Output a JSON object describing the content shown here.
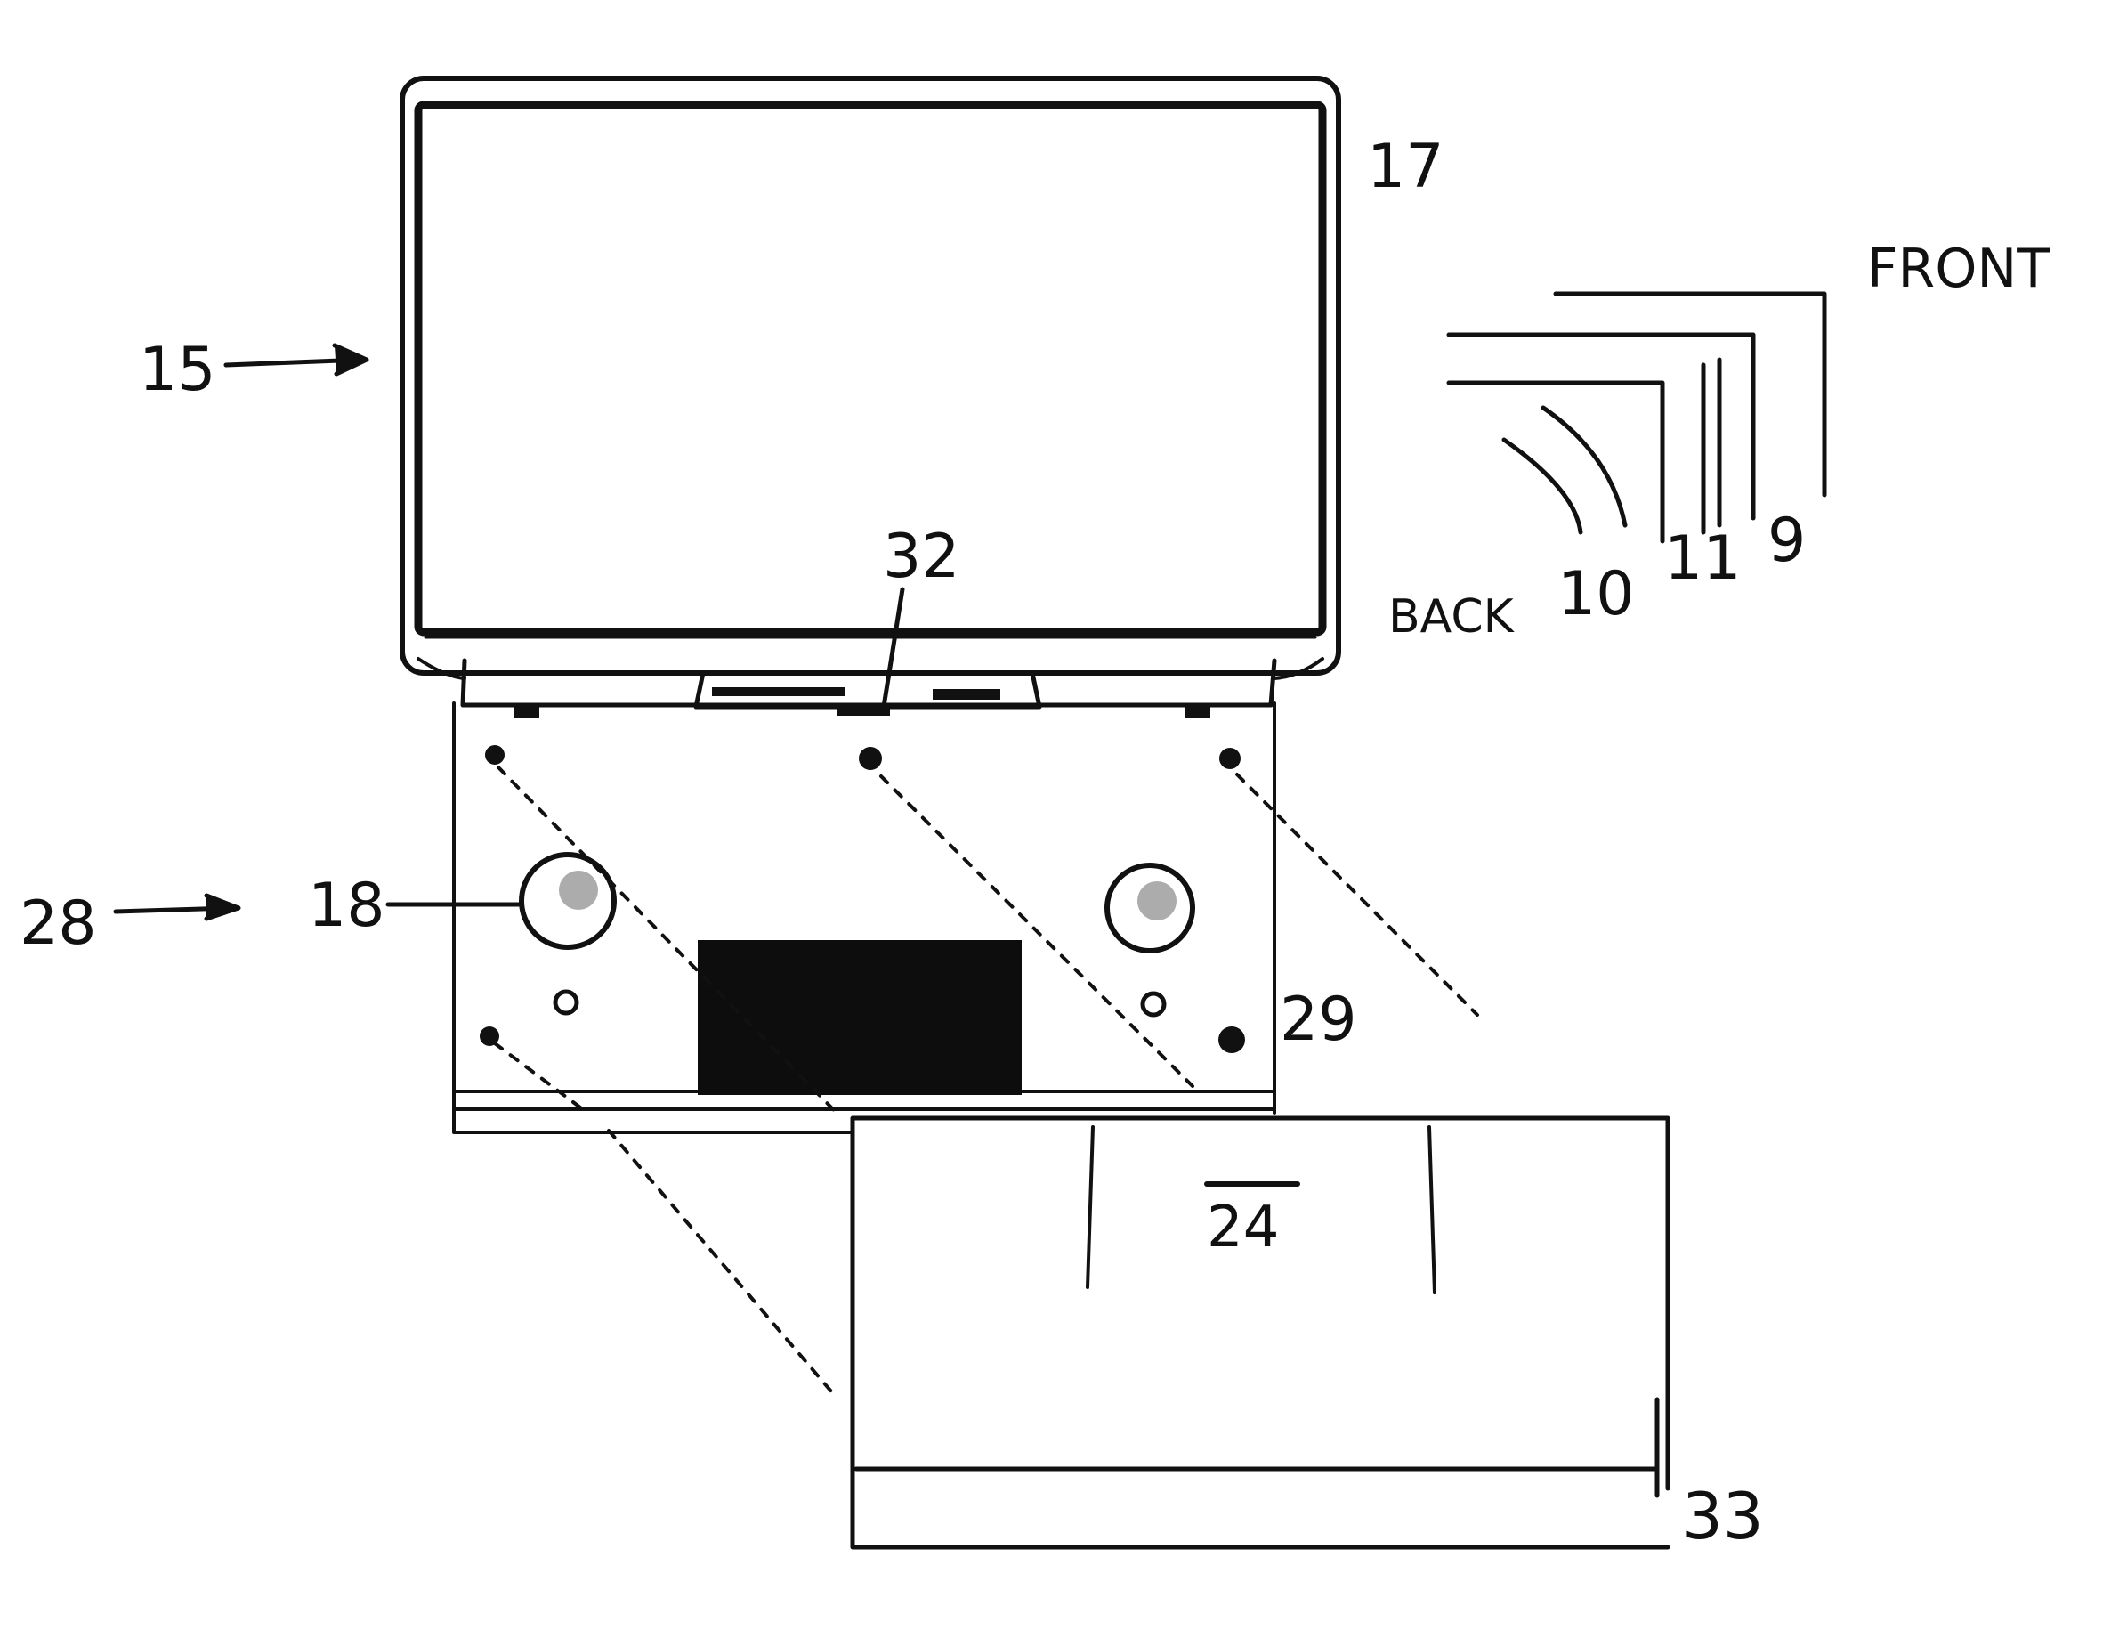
{
  "labels": {
    "monitor": "15",
    "bezel": "17",
    "port": "32",
    "front": "FRONT",
    "back": "BACK",
    "layer_10": "10",
    "layer_11": "11",
    "layer_9": "9",
    "mount": "28",
    "knob": "18",
    "plate_edge": "29",
    "drawer": "24",
    "drawer_base": "33"
  },
  "colors": {
    "ink": "#111111",
    "fill_dark": "#0d0d0d",
    "paper": "#ffffff"
  }
}
